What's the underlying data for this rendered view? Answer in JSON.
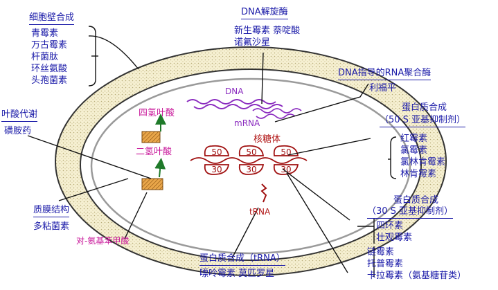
{
  "cell_wall": {
    "title": "细胞壁合成",
    "drugs": [
      "青霉素",
      "万古霉素",
      "杆菌肽",
      "环丝氨酸",
      "头孢菌素"
    ]
  },
  "dna_gyrase": {
    "title": "DNA解旋酶",
    "drugs": [
      "新生霉素  萘啶酸",
      "诺氟沙星"
    ]
  },
  "rna_polymerase": {
    "title": "DNA指导的RNA聚合酶",
    "drug": "利福平"
  },
  "folate": {
    "title": "叶酸代谢",
    "drug": "磺胺药"
  },
  "protein_50s": {
    "title": "蛋白质合成",
    "subtitle": "（50  S 亚基抑制剂）",
    "drugs": [
      "红霉素",
      "氯霉素",
      "氯林肯霉素",
      "林肯霉素"
    ]
  },
  "protein_30s": {
    "title": "蛋白质合成",
    "subtitle": "（30  S 亚基抑制剂）",
    "drugs": [
      "四环素",
      "壮观霉素"
    ],
    "drugs2": [
      "链霉素",
      "托普霉素",
      "卡拉霉素（氨基糖苷类）"
    ]
  },
  "membrane": {
    "title": "质膜结构",
    "drug": "多粘菌素"
  },
  "trna_protein": {
    "title": "蛋白质合成（tRNA）",
    "drugs": "嘌呤霉素  莫匹罗星"
  },
  "cell_labels": {
    "dna": "DNA",
    "mrna": "mRNA",
    "ribosome": "核糖体",
    "thf": "四氢叶酸",
    "dhf": "二氢叶酸",
    "paba": "对-氨基苯甲酸",
    "trna": "tRNA",
    "r50": "50",
    "r30": "30"
  },
  "colors": {
    "text": "#1a1aa8",
    "magenta": "#c8179a",
    "red": "#b01414",
    "dna": "#8a2bbf",
    "wall": "#f5efcf",
    "arrow": "#1f7a2a"
  }
}
